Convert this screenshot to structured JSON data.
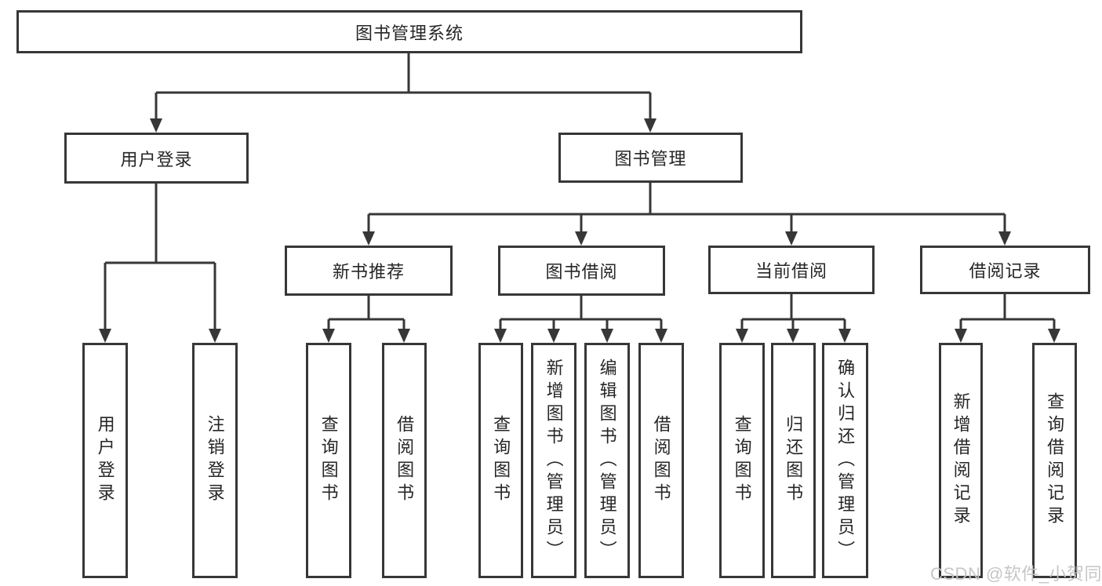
{
  "diagram": {
    "title": "图书管理系统",
    "nodes": {
      "root": {
        "label": "图书管理系统"
      },
      "user_login": {
        "label": "用户登录"
      },
      "book_mgmt": {
        "label": "图书管理"
      },
      "new_book_rec": {
        "label": "新书推荐"
      },
      "book_borrow": {
        "label": "图书借阅"
      },
      "current_borrow": {
        "label": "当前借阅"
      },
      "borrow_records": {
        "label": "借阅记录"
      },
      "login_user_login": {
        "label": "用户登录"
      },
      "login_logout": {
        "label": "注销登录"
      },
      "rec_query_books": {
        "label": "查询图书"
      },
      "rec_borrow_books": {
        "label": "借阅图书"
      },
      "bb_query_books": {
        "label": "查询图书"
      },
      "bb_add_books": {
        "label": "新增图书（管理员）"
      },
      "bb_edit_books": {
        "label": "编辑图书（管理员）"
      },
      "bb_borrow_books": {
        "label": "借阅图书"
      },
      "cb_query_books": {
        "label": "查询图书"
      },
      "cb_return_books": {
        "label": "归还图书"
      },
      "cb_confirm_return": {
        "label": "确认归还（管理员）"
      },
      "br_add_record": {
        "label": "新增借阅记录"
      },
      "br_query_record": {
        "label": "查询借阅记录"
      }
    },
    "edges": [
      [
        "root",
        "user_login"
      ],
      [
        "root",
        "book_mgmt"
      ],
      [
        "user_login",
        "login_user_login"
      ],
      [
        "user_login",
        "login_logout"
      ],
      [
        "book_mgmt",
        "new_book_rec"
      ],
      [
        "book_mgmt",
        "book_borrow"
      ],
      [
        "book_mgmt",
        "current_borrow"
      ],
      [
        "book_mgmt",
        "borrow_records"
      ],
      [
        "new_book_rec",
        "rec_query_books"
      ],
      [
        "new_book_rec",
        "rec_borrow_books"
      ],
      [
        "book_borrow",
        "bb_query_books"
      ],
      [
        "book_borrow",
        "bb_add_books"
      ],
      [
        "book_borrow",
        "bb_edit_books"
      ],
      [
        "book_borrow",
        "bb_borrow_books"
      ],
      [
        "current_borrow",
        "cb_query_books"
      ],
      [
        "current_borrow",
        "cb_return_books"
      ],
      [
        "current_borrow",
        "cb_confirm_return"
      ],
      [
        "borrow_records",
        "br_add_record"
      ],
      [
        "borrow_records",
        "br_query_record"
      ]
    ]
  },
  "watermark": {
    "text": "CSDN @软件_小贺同学",
    "color": "#c3c3c3"
  },
  "colors": {
    "line": "#373737",
    "box_border": "#373737",
    "text": "#262626",
    "background": "#ffffff"
  }
}
